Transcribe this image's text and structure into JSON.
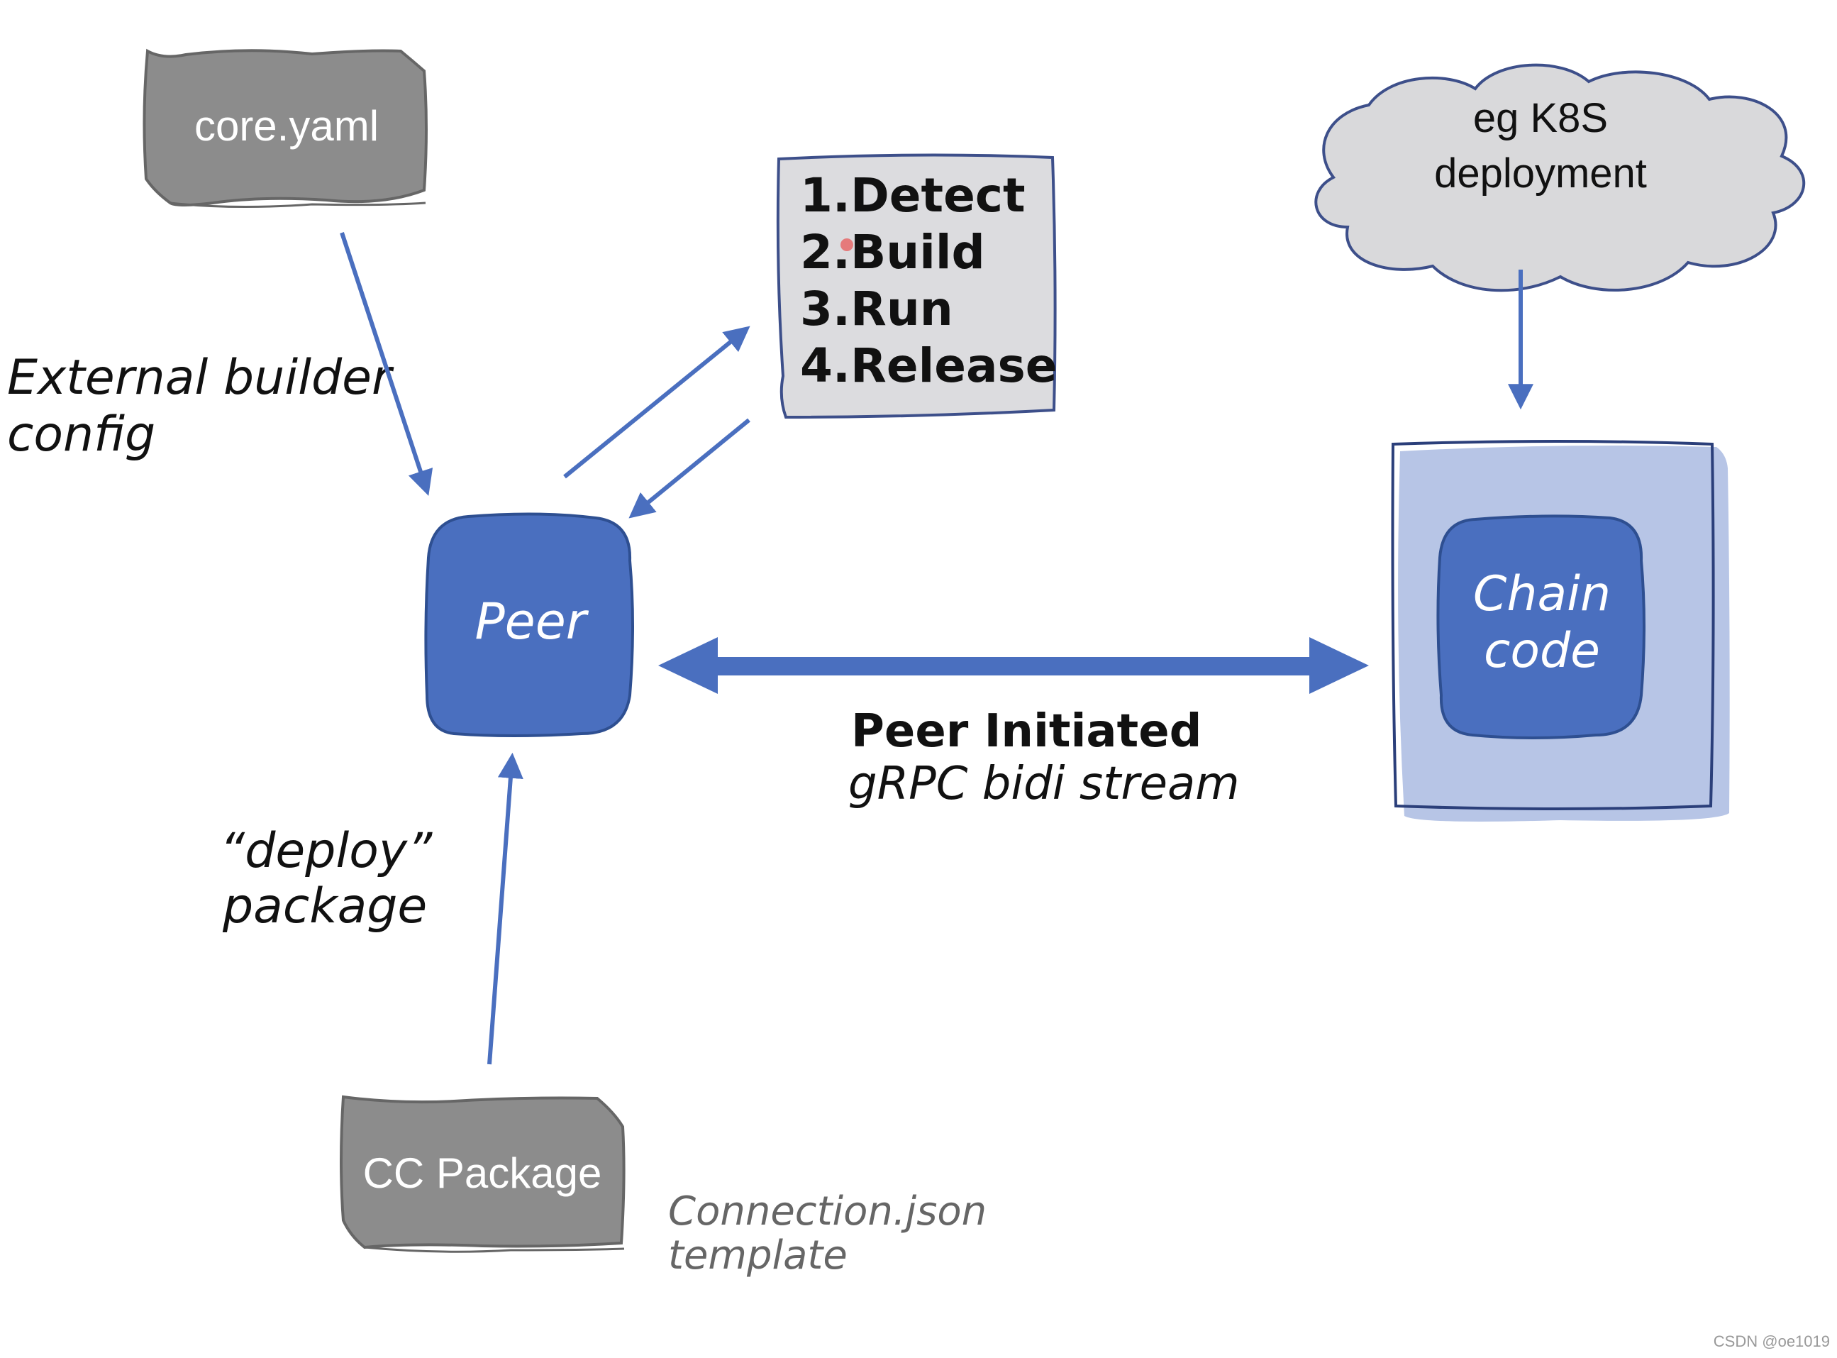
{
  "nodes": {
    "core_yaml": {
      "label": "core.yaml"
    },
    "steps": {
      "items": [
        "1.Detect",
        "2.Build",
        "3.Run",
        "4.Release"
      ]
    },
    "k8s_cloud": {
      "lines": [
        "eg K8S",
        "deployment"
      ]
    },
    "peer": {
      "label": "Peer"
    },
    "chaincode": {
      "lines": [
        "Chain",
        "code"
      ]
    },
    "cc_package": {
      "label": "CC Package"
    }
  },
  "annotations": {
    "external_builder": [
      "External builder",
      "config"
    ],
    "deploy_package": [
      "“deploy”",
      "package"
    ],
    "stream_title": "Peer Initiated",
    "stream_subtitle": "gRPC bidi stream",
    "connection_json": [
      "Connection.json",
      "template"
    ]
  },
  "watermark": "CSDN @oe1019",
  "colors": {
    "gray_box_fill": "#8c8c8c",
    "gray_box_stroke": "#666666",
    "steps_fill": "#dcdcdf",
    "cloud_fill": "#d9d9db",
    "cloud_stroke": "#3d4f8a",
    "peer_blue": "#4a6fbf",
    "peer_stroke": "#2e4f91",
    "container_fill": "#b7c5e6",
    "container_stroke": "#2b3f7a",
    "arrow_blue": "#4a6fbf",
    "text_dark": "#111111",
    "text_gray": "#666666",
    "watermark_gray": "#999999"
  }
}
